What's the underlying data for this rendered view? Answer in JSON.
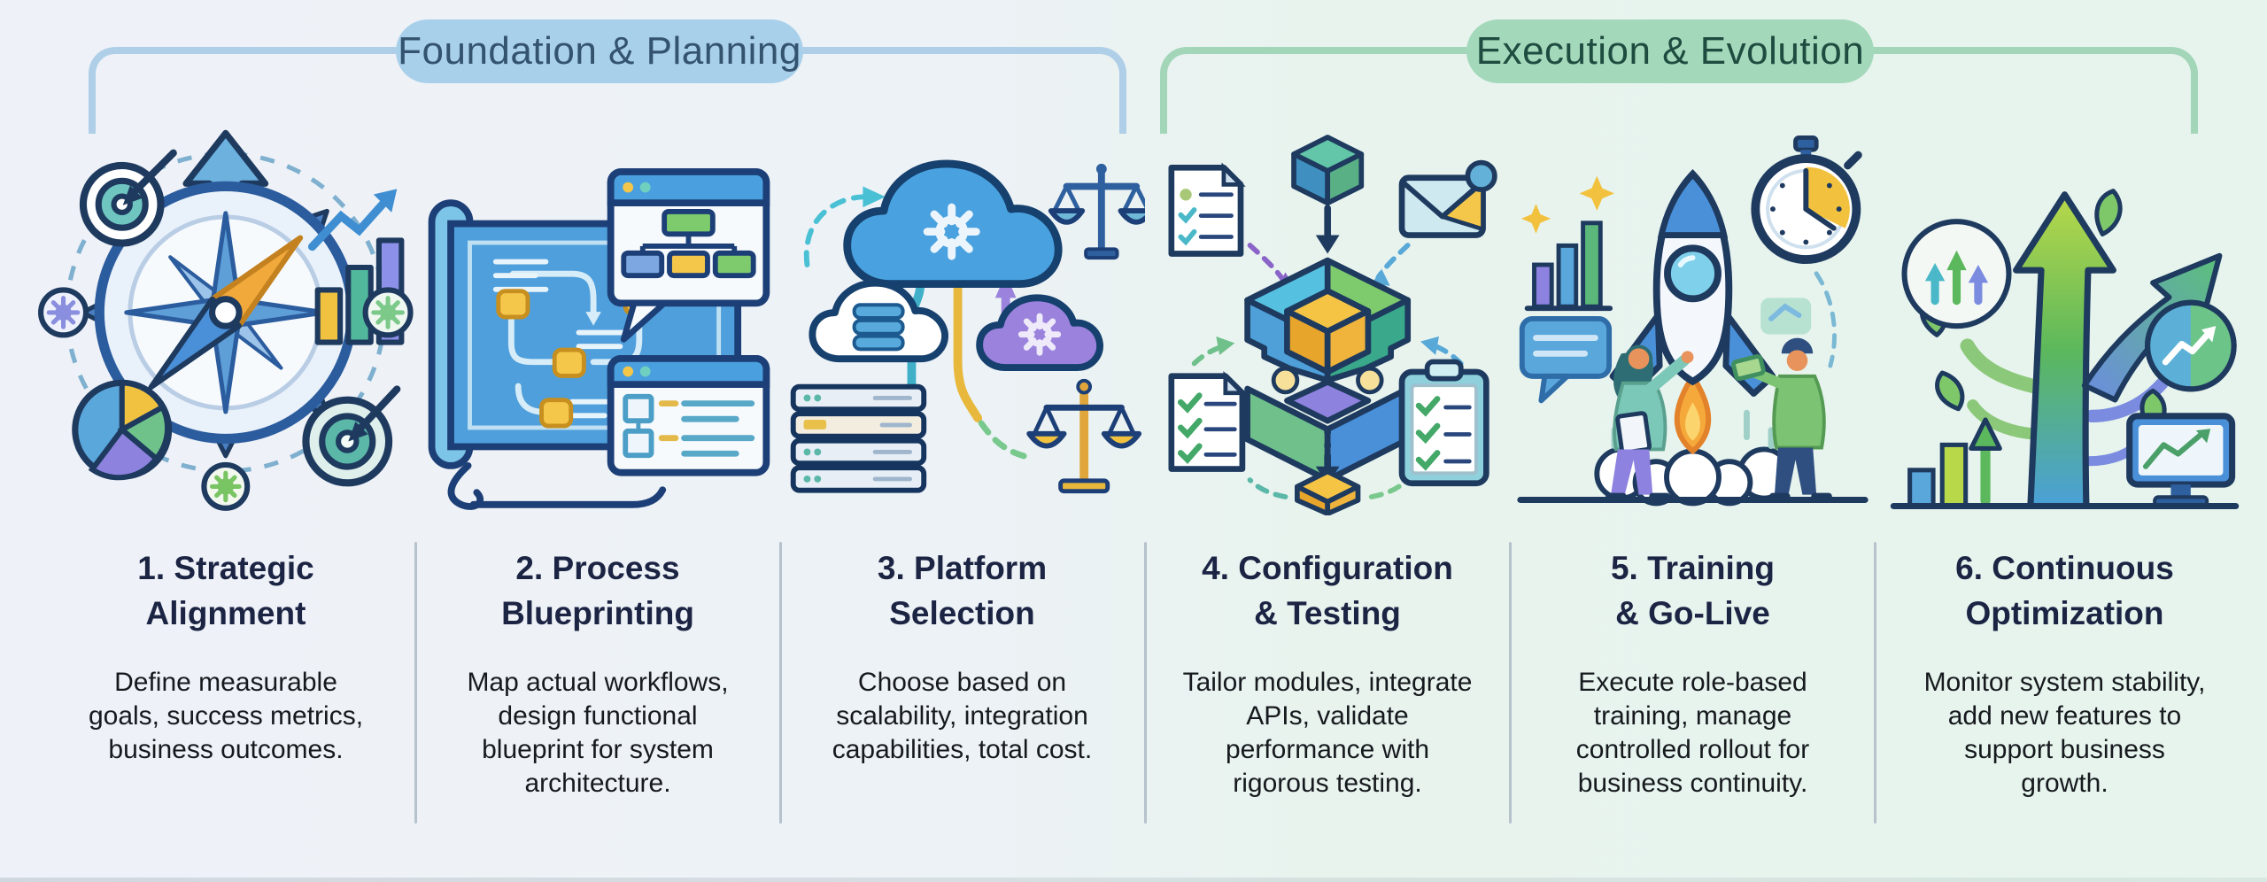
{
  "phases": [
    {
      "label": "Foundation & Planning",
      "pill_color": "#a9d0eb",
      "label_color": "#33536e",
      "bracket_color": "#aecfe7",
      "covers_steps": "1-3"
    },
    {
      "label": "Execution & Evolution",
      "pill_color": "#a3d8ba",
      "label_color": "#1f4c40",
      "bracket_color": "#a3d6b8",
      "covers_steps": "4-6"
    }
  ],
  "steps": [
    {
      "number": "1",
      "title": "1. Strategic\nAlignment",
      "description": "Define measurable goals, success metrics, business outcomes.",
      "icon": "compass-strategy-icon"
    },
    {
      "number": "2",
      "title": "2. Process\nBlueprinting",
      "description": "Map actual workflows, design functional blueprint for system architecture.",
      "icon": "blueprint-workflow-icon"
    },
    {
      "number": "3",
      "title": "3. Platform\nSelection",
      "description": "Choose based on scalability, integration capabilities, total cost.",
      "icon": "cloud-comparison-icon"
    },
    {
      "number": "4",
      "title": "4. Configuration\n& Testing",
      "description": "Tailor modules, integrate APIs, validate performance with rigorous testing.",
      "icon": "modular-cube-icon"
    },
    {
      "number": "5",
      "title": "5. Training\n& Go-Live",
      "description": "Execute role-based training, manage controlled rollout for business continuity.",
      "icon": "rocket-launch-icon"
    },
    {
      "number": "6",
      "title": "6. Continuous\nOptimization",
      "description": "Monitor system stability, add new features to support business growth.",
      "icon": "growth-tree-icon"
    }
  ],
  "colors": {
    "background_left": "#eef1f7",
    "background_right": "#e6f4ed",
    "title_text": "#1c2444",
    "description_text": "#16191d",
    "divider": "#b6c2cc"
  }
}
